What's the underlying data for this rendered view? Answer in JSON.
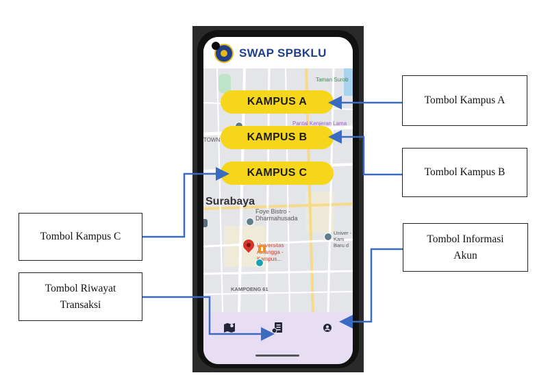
{
  "app": {
    "title": "SWAP SPBKLU"
  },
  "map": {
    "labels": {
      "park": "Taman Surob",
      "beach": "Pantai Kenjeran Lama",
      "town": "TOWN",
      "city": "Surabaya",
      "restaurant": "Foye Bistro - Dharmahusada",
      "university": "Universitas Airlangga - Kampus...",
      "univ_right": "Univer - Kam Baru d",
      "kampoeng": "KAMPOENG 61"
    }
  },
  "buttons": {
    "kampus_a": "KAMPUS A",
    "kampus_b": "KAMPUS B",
    "kampus_c": "KAMPUS C"
  },
  "bottom_nav": {
    "items": [
      {
        "icon": "map-icon"
      },
      {
        "icon": "receipt-icon"
      },
      {
        "icon": "account-icon"
      }
    ]
  },
  "callouts": {
    "kampus_a": "Tombol Kampus A",
    "kampus_b": "Tombol Kampus B",
    "kampus_c": "Tombol Kampus C",
    "riwayat": "Tombol Riwayat Transaksi",
    "akun": "Tombol Informasi Akun"
  },
  "colors": {
    "brand": "#1f3f86",
    "button": "#f6d61b",
    "arrow": "#3a6bc1",
    "nav_bg": "#e8def4"
  }
}
